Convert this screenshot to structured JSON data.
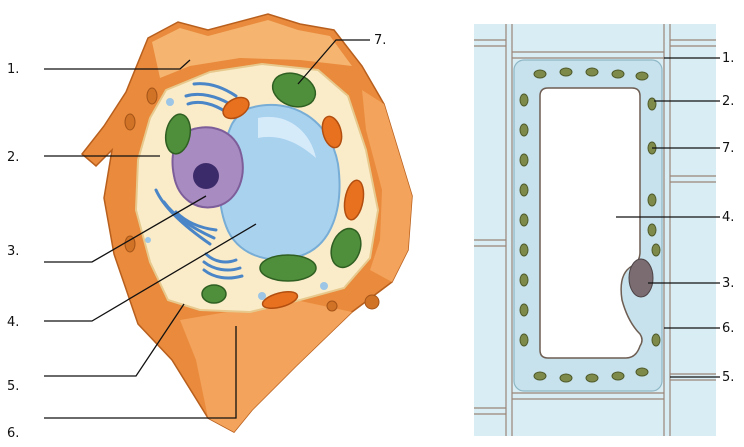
{
  "left_labels": [
    "1.",
    "2.",
    "3.",
    "4.",
    "5.",
    "6.",
    "7."
  ],
  "right_labels": [
    "1.",
    "2.",
    "7.",
    "4.",
    "3.",
    "6.",
    "5."
  ],
  "colors": {
    "wall_outer": "#e98a3c",
    "wall_inner": "#f6b874",
    "cytoplasm_left": "#fbecc9",
    "vacuole_left": "#a9d2ef",
    "nucleus": "#a88bc0",
    "chloroplast": "#4f8f3b",
    "golgi": "#4a86c7",
    "mitochondria": "#e8711f",
    "plant_bg": "#d9eef4",
    "plant_wall": "#a7d1dd",
    "plant_vacuole": "#ffffff",
    "plant_chloroplast": "#7d8a4a",
    "plant_nucleus": "#7a6c70"
  }
}
